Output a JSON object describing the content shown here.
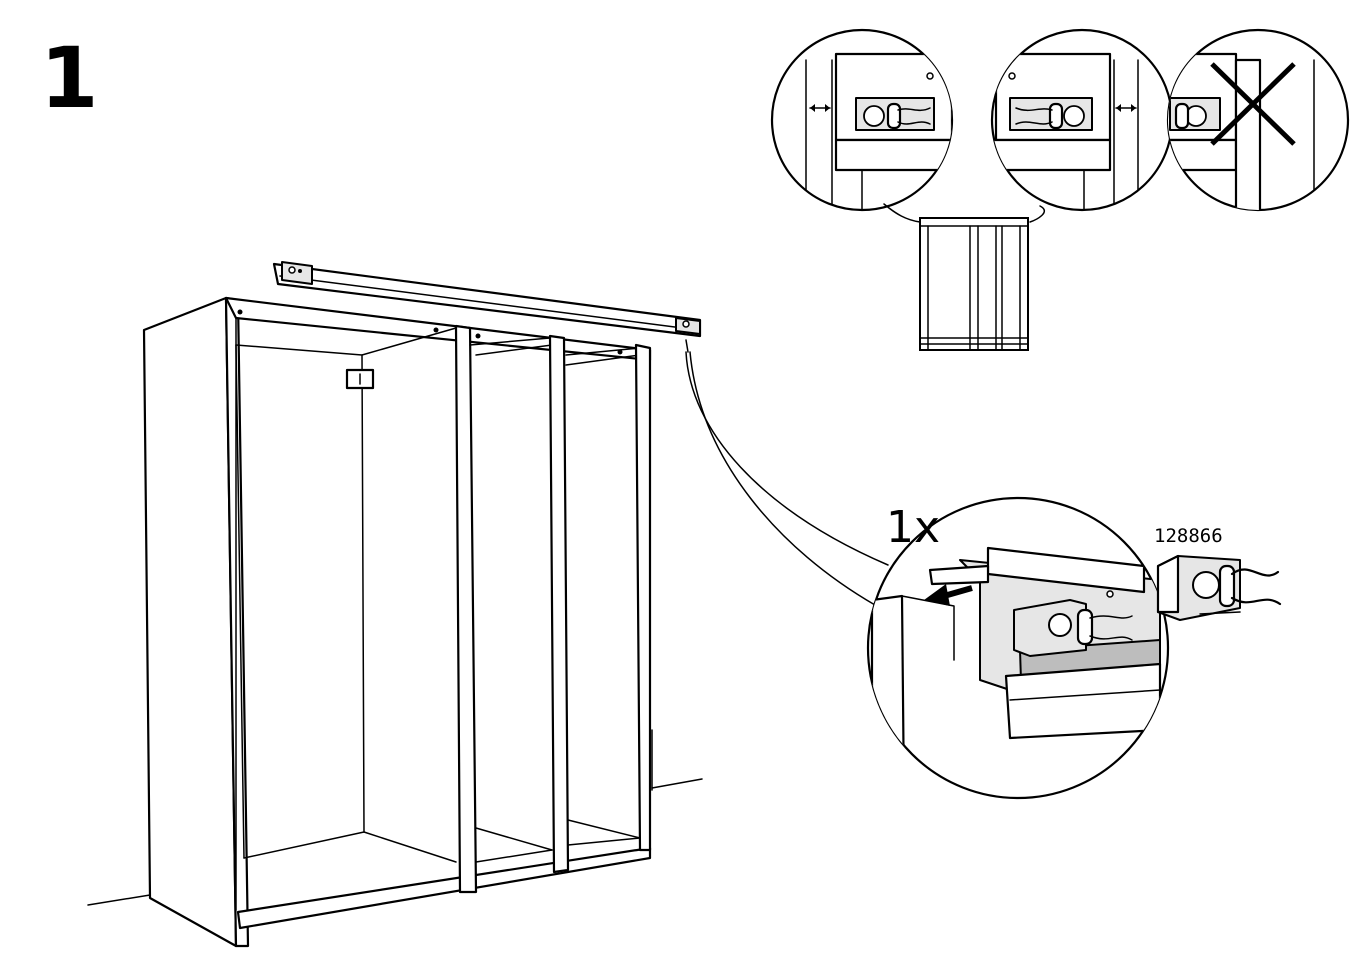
{
  "step_number": "1",
  "quantity_label": "1x",
  "part_number": "128866",
  "colors": {
    "line": "#000000",
    "background": "#ffffff",
    "shade": "#e6e6e6",
    "dark_shade": "#bdbdbd"
  }
}
